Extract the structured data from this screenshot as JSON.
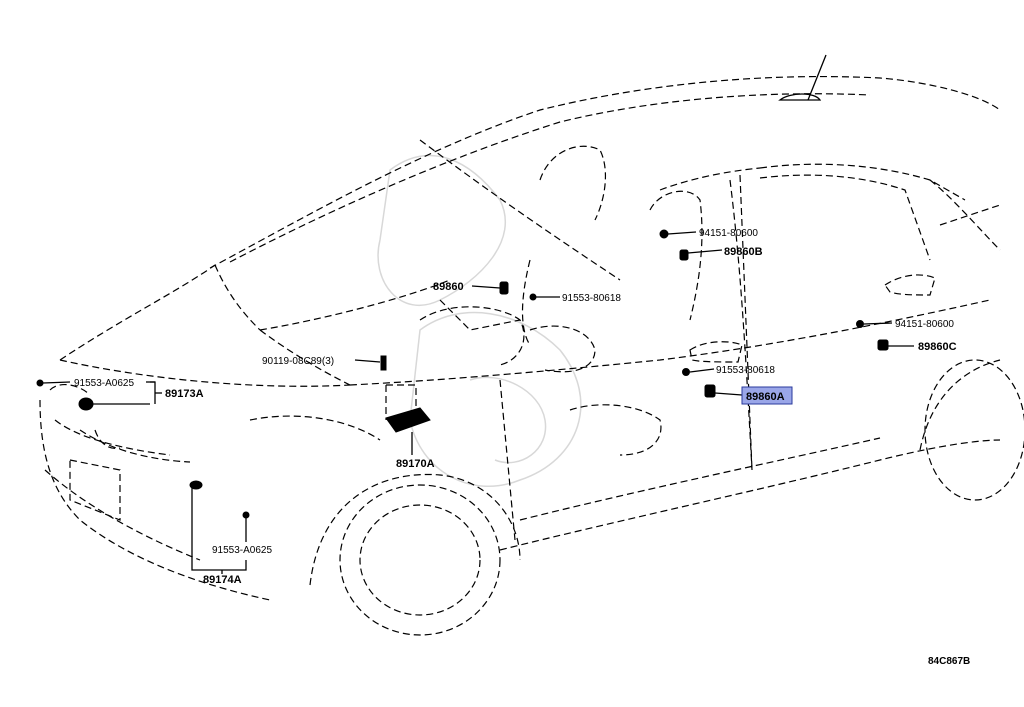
{
  "diagram": {
    "labels": {
      "p89860": "89860",
      "p91553_80618_a": "91553-80618",
      "p94151_80600_a": "94151-80600",
      "p89860B": "89860B",
      "p94151_80600_b": "94151-80600",
      "p89860C": "89860C",
      "p91553_80618_b": "91553-80618",
      "p89860A": "89860A",
      "p90119": "90119-08C89(3)",
      "p91553_A0625_a": "91553-A0625",
      "p89173A": "89173A",
      "p89170A": "89170A",
      "p91553_A0625_b": "91553-A0625",
      "p89174A": "89174A"
    },
    "highlight_color": "#9aa6e8",
    "figure_code": "84C867B"
  }
}
